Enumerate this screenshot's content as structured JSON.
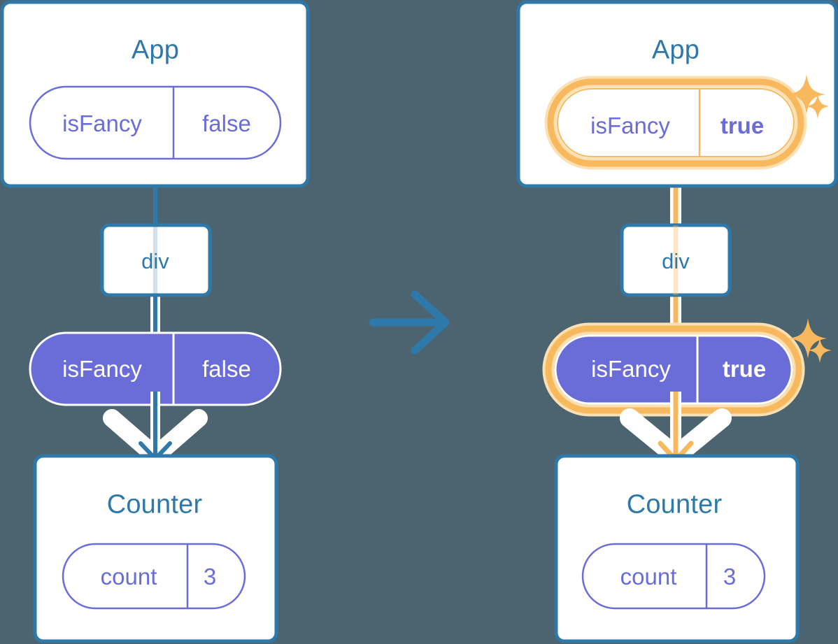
{
  "figure": {
    "type": "diagram",
    "subject": "react-state-lifting-before-after",
    "background_color": "#4c6470",
    "transition_icon": "arrow-right-icon"
  },
  "palette": {
    "background": "#4c6470",
    "box_border_blue": "#2e79a9",
    "box_fill_white": "#ffffff",
    "text_blue": "#2e79a9",
    "purple_fill": "#6a6dd8",
    "purple_text": "#6a6dd8",
    "white_text": "#ffffff",
    "highlight_orange": "#f6b košt"
  },
  "colors": {
    "background": "#4c6470",
    "border_blue": "#2e79a9",
    "title_blue": "#2e79a9",
    "purple": "#6a6dd8",
    "white": "#ffffff",
    "highlight_ring": "#f8b95e",
    "highlight_glow": "#fbe0b4",
    "highlight_arrow": "#f8b95e",
    "sparkle": "#f8b95e"
  },
  "panels": [
    {
      "id": "before",
      "name": "before-panel",
      "app": {
        "title": "App",
        "state_pill": {
          "key": "isFancy",
          "value": "false",
          "style": "outline",
          "highlighted": false,
          "value_bold": false
        }
      },
      "div_node": {
        "label": "div"
      },
      "prop_pill": {
        "key": "isFancy",
        "value": "false",
        "style": "filled",
        "highlighted": false,
        "value_bold": false
      },
      "counter": {
        "title": "Counter",
        "state_pill": {
          "key": "count",
          "value": "3",
          "style": "outline",
          "highlighted": false
        }
      },
      "edges": {
        "color": "#2e79a9",
        "arrowhead": "down-arrow-icon"
      }
    },
    {
      "id": "after",
      "name": "after-panel",
      "app": {
        "title": "App",
        "state_pill": {
          "key": "isFancy",
          "value": "true",
          "style": "outline",
          "highlighted": true,
          "value_bold": true
        }
      },
      "div_node": {
        "label": "div"
      },
      "prop_pill": {
        "key": "isFancy",
        "value": "true",
        "style": "filled",
        "highlighted": true,
        "value_bold": true
      },
      "counter": {
        "title": "Counter",
        "state_pill": {
          "key": "count",
          "value": "3",
          "style": "outline",
          "highlighted": false
        }
      },
      "edges": {
        "color": "#f8b95e",
        "arrowhead": "down-arrow-icon"
      },
      "sparkles": [
        {
          "name": "sparkle-icon-app",
          "big": true
        },
        {
          "name": "sparkle-icon-prop",
          "big": true
        }
      ]
    }
  ],
  "transition": {
    "label": "",
    "icon": "arrow-right-icon",
    "color": "#2e79a9"
  }
}
